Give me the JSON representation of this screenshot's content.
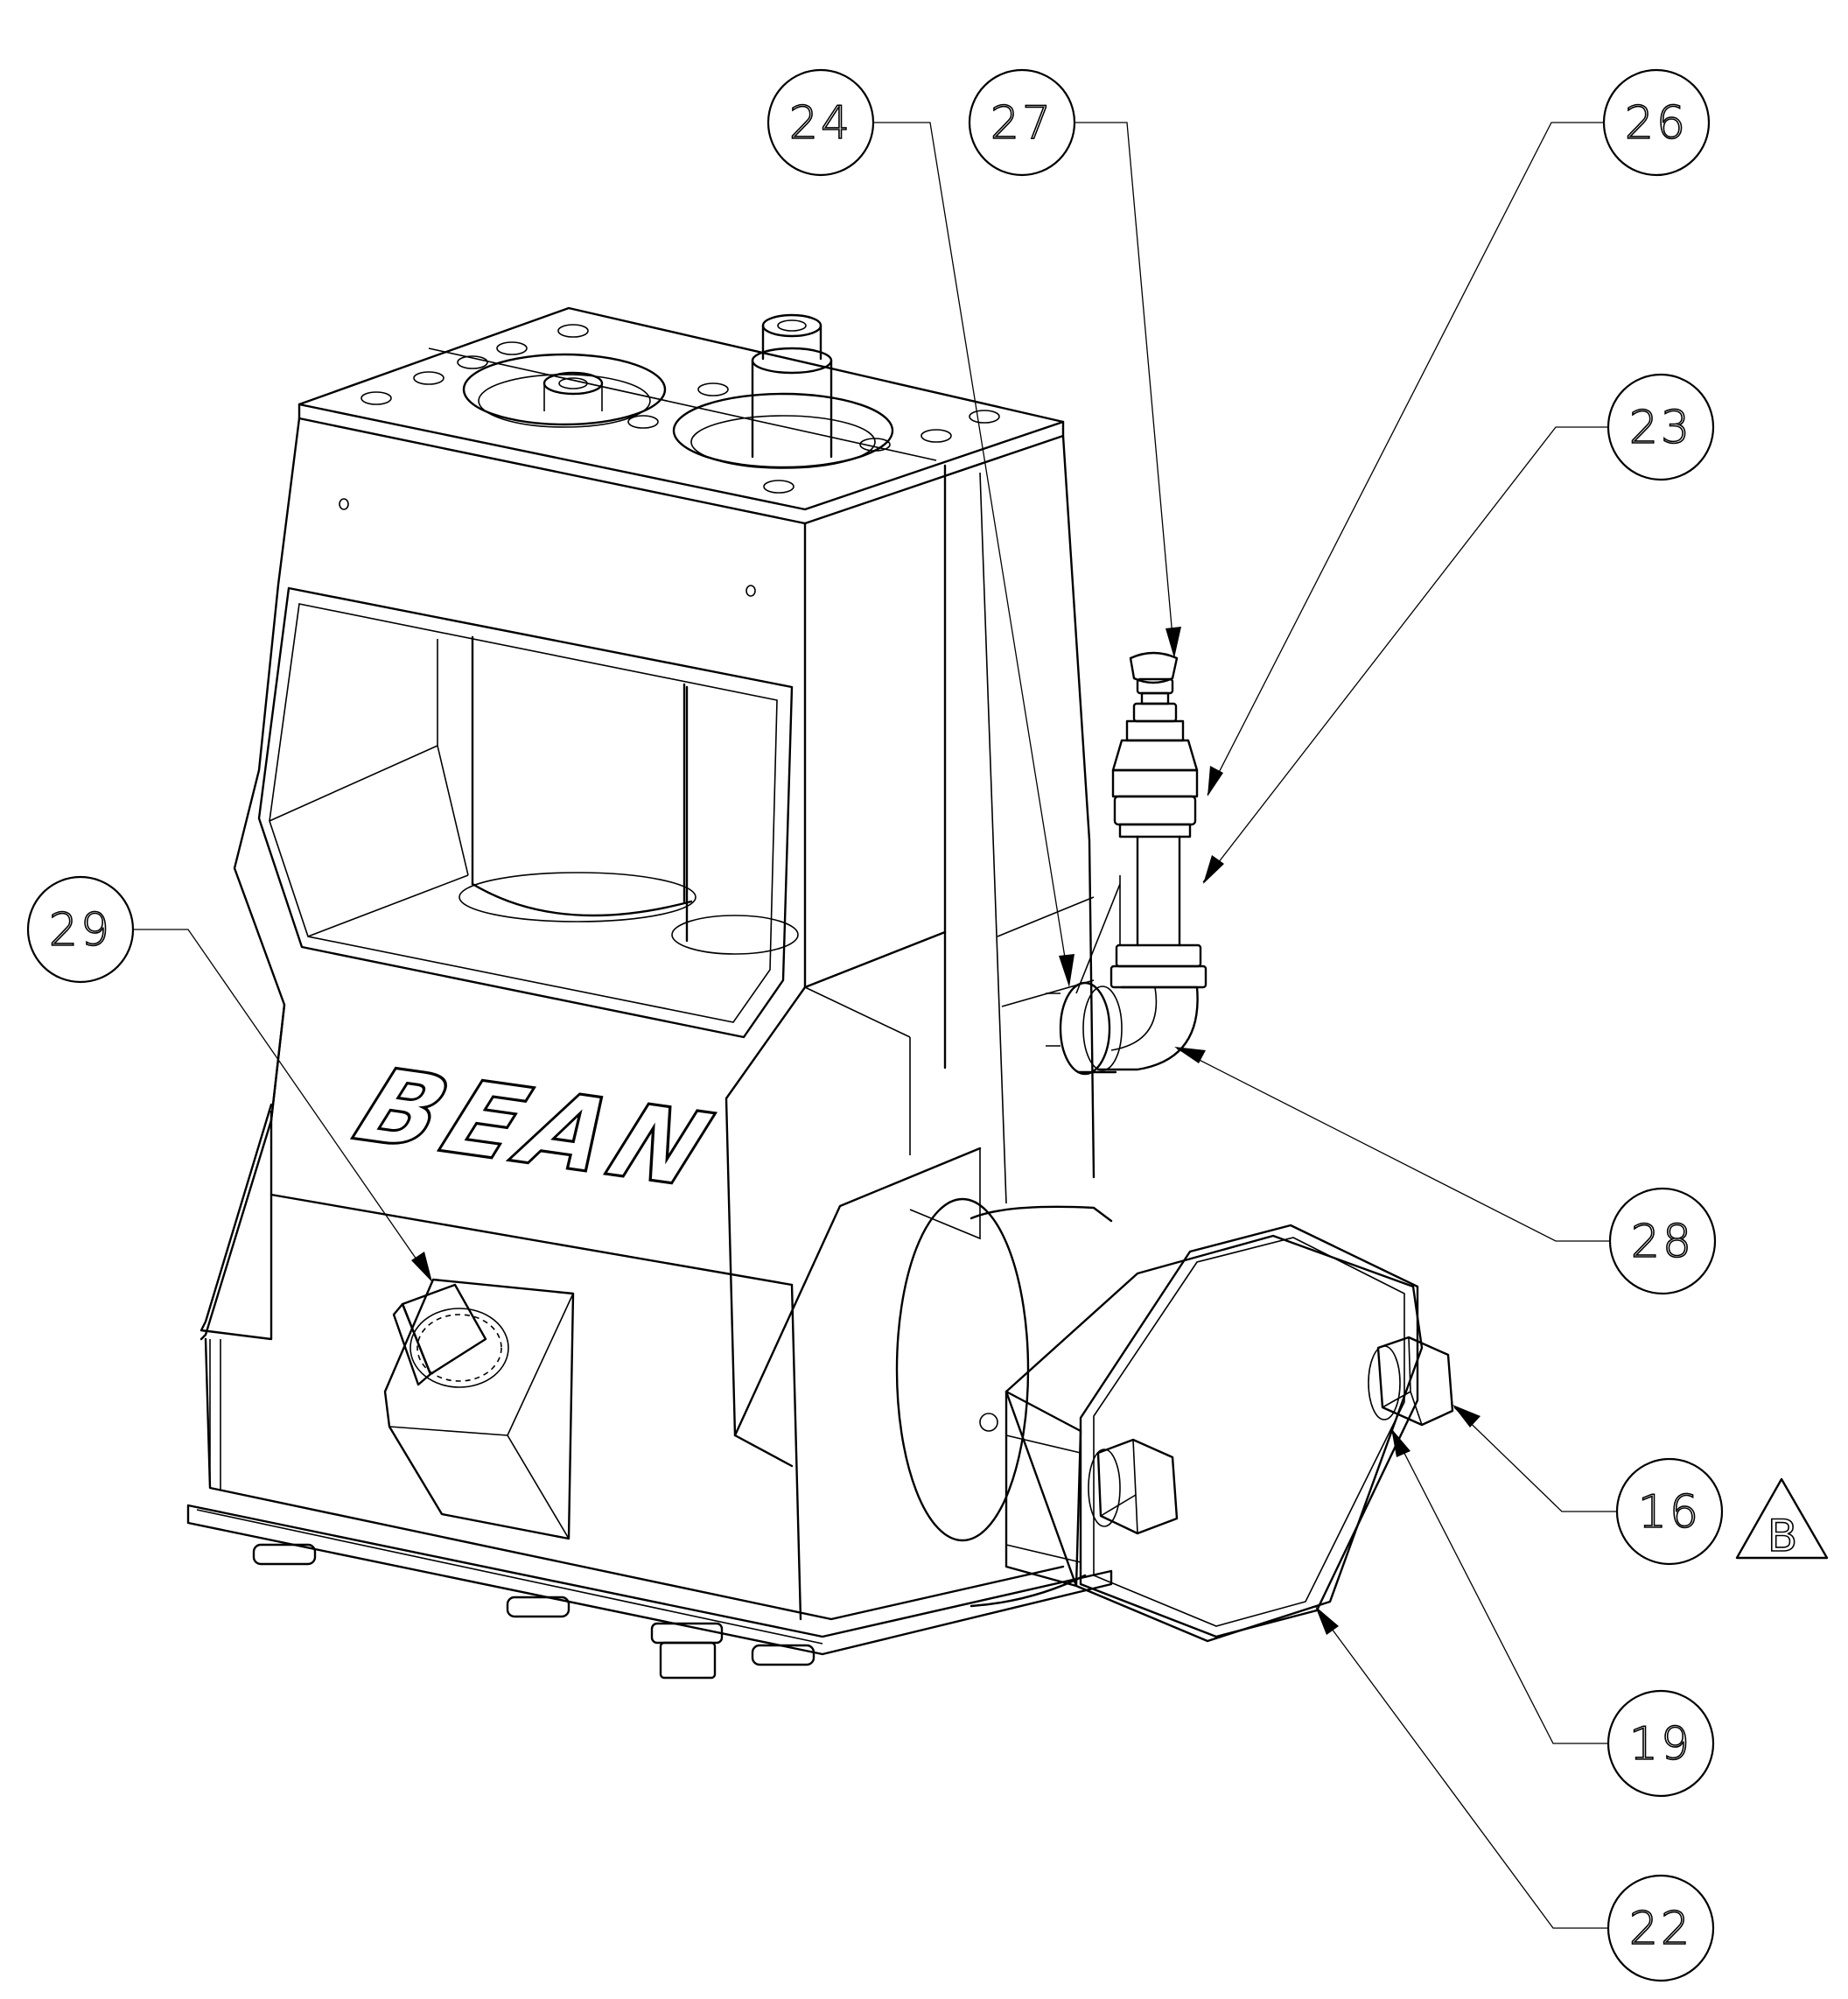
{
  "drawing": {
    "brand_text": "BEAN",
    "revision_marker": "B"
  },
  "callouts": [
    {
      "id": "24",
      "label": "24"
    },
    {
      "id": "27",
      "label": "27"
    },
    {
      "id": "26",
      "label": "26"
    },
    {
      "id": "23",
      "label": "23"
    },
    {
      "id": "29",
      "label": "29"
    },
    {
      "id": "28",
      "label": "28"
    },
    {
      "id": "16",
      "label": "16"
    },
    {
      "id": "19",
      "label": "19"
    },
    {
      "id": "22",
      "label": "22"
    }
  ]
}
